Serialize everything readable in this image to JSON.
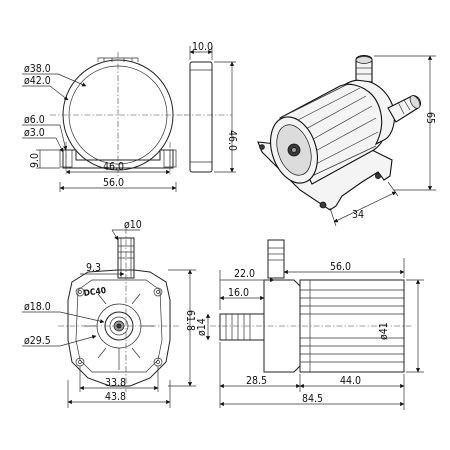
{
  "front_view": {
    "dia_outer": "ø38.0",
    "dia_body": "ø42.0",
    "dia_hole": "ø6.0",
    "dia_small_hole": "ø3.0",
    "flange_height": "9.0",
    "hole_span": "46.0",
    "overall_width": "56.0"
  },
  "side_view": {
    "thickness": "10.0",
    "height": "46.0"
  },
  "iso_view": {
    "total_height": "65",
    "depth": "34"
  },
  "bottom_front": {
    "outlet_dia": "ø10",
    "offset": "9.3",
    "label": "DC40",
    "hub_dia": "ø18.0",
    "inlet_dia": "ø29.5",
    "height": "61.8",
    "inner_span": "33.8",
    "outer_span": "43.8"
  },
  "bottom_side": {
    "outlet_offset": "22.0",
    "motor_length": "56.0",
    "inlet_offset": "16.0",
    "inlet_dia": "ø14",
    "body_dia": "ø41",
    "inlet_length": "28.5",
    "body_length": "44.0",
    "overall_length": "84.5"
  }
}
